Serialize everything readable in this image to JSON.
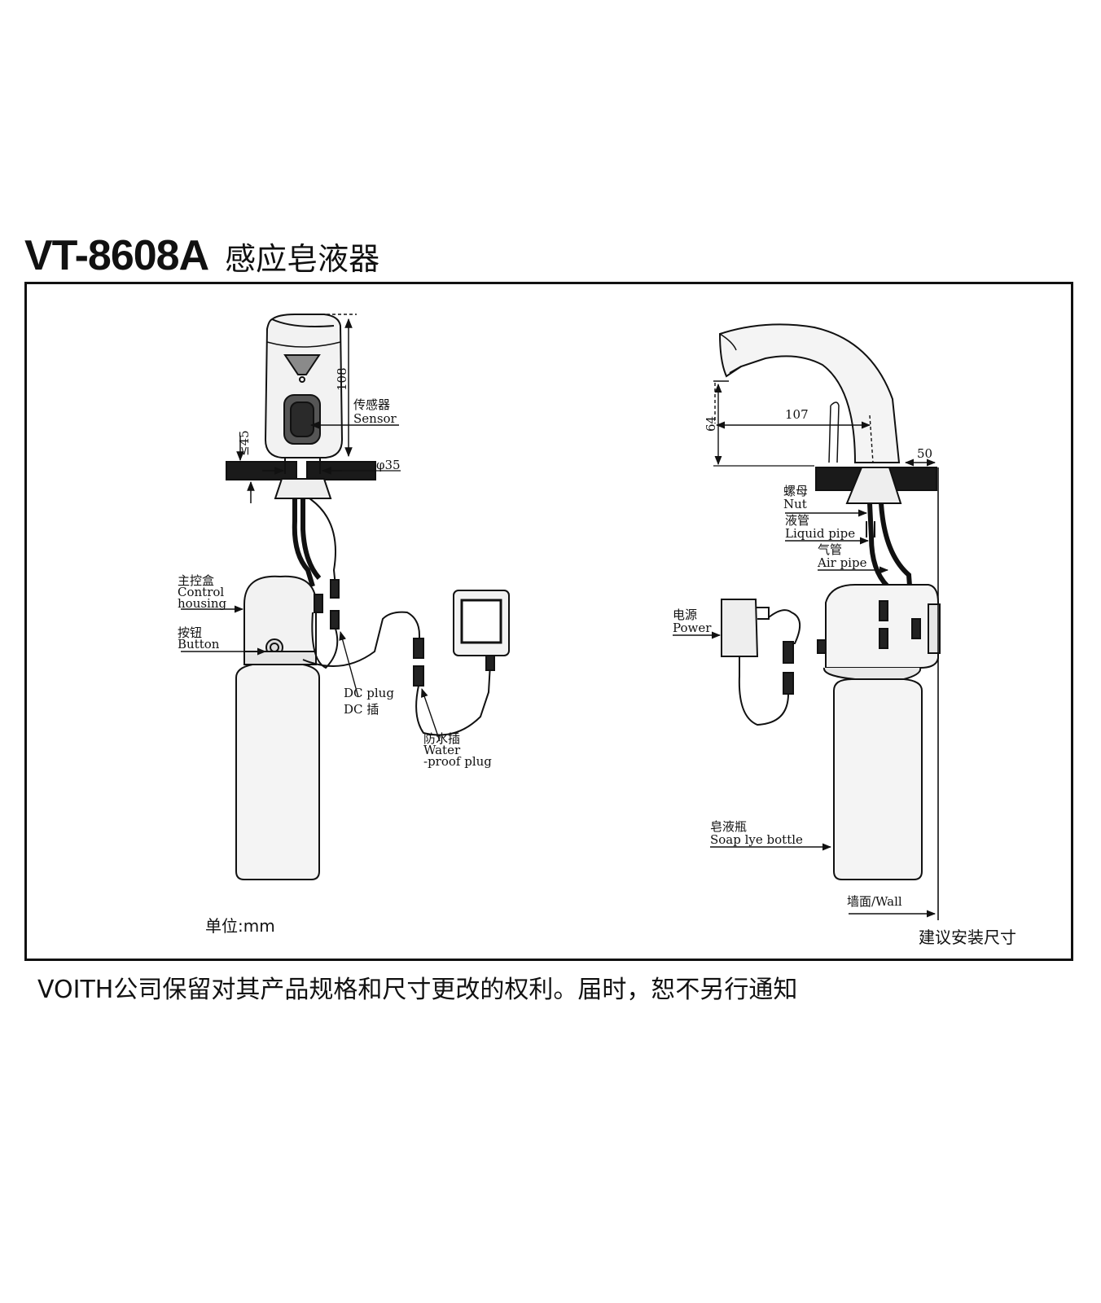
{
  "title": {
    "model": "VT-8608A",
    "name": "感应皂液器"
  },
  "dimensions": {
    "height": "108",
    "thickness": "≤45",
    "hole": "φ35",
    "spout_height": "64",
    "reach": "107",
    "wall_gap": "50"
  },
  "labels": {
    "sensor_cn": "传感器",
    "sensor_en": "Sensor",
    "control_cn": "主控盒",
    "control_en1": "Control",
    "control_en2": "housing",
    "button_cn": "按钮",
    "button_en": "Button",
    "dc_en": "DC plug",
    "dc_cn": "DC 插",
    "wp_cn": "防水插",
    "wp_en1": "Water",
    "wp_en2": "-proof plug",
    "nut_cn": "螺母",
    "nut_en": "Nut",
    "liquid_cn": "液管",
    "liquid_en": "Liquid pipe",
    "air_cn": "气管",
    "air_en": "Air pipe",
    "power_cn": "电源",
    "power_en": "Power",
    "bottle_cn": "皂液瓶",
    "bottle_en": "Soap lye bottle",
    "wall": "墙面/Wall",
    "unit": "单位:mm",
    "recommend": "建议安装尺寸"
  },
  "footer": "VOITH公司保留对其产品规格和尺寸更改的权利。届时，恕不另行通知"
}
